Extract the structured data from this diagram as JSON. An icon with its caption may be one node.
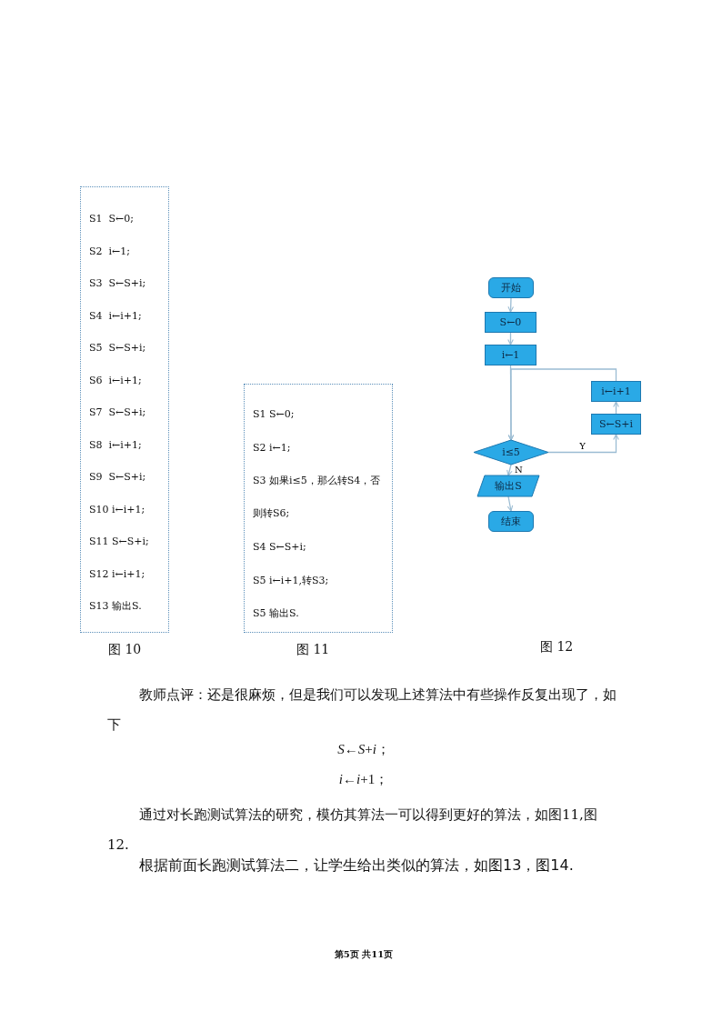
{
  "diagram": {
    "nodes": [
      {
        "text": [
          "S1  S←0;",
          "S2  i←1;",
          "S3  S←S+i;",
          "S4  i←i+1;",
          "S5  S←S+i;",
          "S6  i←i+1;",
          "S7  S←S+i;",
          "S8  i←i+1;",
          "S9  S←S+i;",
          "S10 i←i+1;",
          "S11 S←S+i;",
          "S12 i←i+1;",
          "S13 输出S."
        ]
      },
      {
        "text": [
          "S1 S←0;",
          "S2 i←1;",
          "S3 如果i≤5，那么转S4，否则转S6;",
          "S4 S←S+i;",
          "S5 i←i+1,转S3;",
          "S5 输出S."
        ]
      },
      {
        "text": [
          "开始"
        ]
      },
      {
        "text": [
          "S←0"
        ]
      },
      {
        "text": [
          "i←1"
        ]
      },
      {
        "text": [
          "i≤5"
        ]
      },
      {
        "text": [
          "S←S+i"
        ]
      },
      {
        "text": [
          "i←i+1"
        ]
      },
      {
        "text": [
          "输出S"
        ]
      },
      {
        "text": [
          "结束"
        ]
      }
    ],
    "edges": [
      {
        "from": 2,
        "to": 3,
        "arrow": "to"
      },
      {
        "from": 3,
        "to": 4,
        "arrow": "to"
      },
      {
        "from": 4,
        "to": 5,
        "arrow": "to"
      },
      {
        "from": 5,
        "to": 6,
        "label": "Y",
        "arrow": "to"
      },
      {
        "from": 6,
        "to": 7,
        "arrow": "to"
      },
      {
        "from": 7,
        "to": 5,
        "arrow": "to"
      },
      {
        "from": 5,
        "to": 8,
        "label": "N",
        "arrow": "to"
      },
      {
        "from": 8,
        "to": 9,
        "arrow": "to"
      }
    ],
    "labels": [
      "图 10",
      "图 11",
      "图 12",
      "教师点评：还是很麻烦，但是我们可以发现上述算法中有些操作反复出现了，如下",
      "*S*←*S*+*i*；",
      "*i*←*i*+1；",
      "通过对长跑测试算法的研究，模仿其算法一可以得到更好的算法，如图11,图12.",
      "根据前面长跑测试算法二，让学生给出类似的算法，如图13，图14.",
      "第5页 共11页"
    ]
  }
}
